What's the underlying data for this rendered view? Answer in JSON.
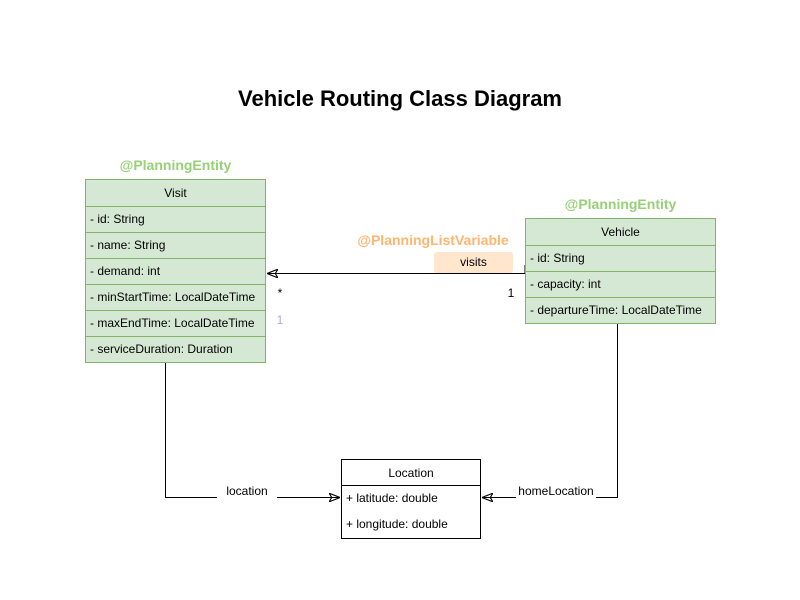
{
  "title": "Vehicle Routing Class Diagram",
  "classes": {
    "visit": {
      "annotation": "@PlanningEntity",
      "name": "Visit",
      "attributes": [
        "- id: String",
        "- name: String",
        "- demand: int",
        "- minStartTime: LocalDateTime",
        "- maxEndTime: LocalDateTime",
        "- serviceDuration: Duration"
      ]
    },
    "vehicle": {
      "annotation": "@PlanningEntity",
      "name": "Vehicle",
      "attributes": [
        "- id: String",
        "- capacity: int",
        "- departureTime: LocalDateTime"
      ]
    },
    "location": {
      "name": "Location",
      "attributes": [
        "+ latitude: double",
        "+ longitude: double"
      ]
    }
  },
  "edges": {
    "visits": {
      "annotation": "@PlanningListVariable",
      "label": "visits",
      "source_multiplicity": "1",
      "target_multiplicity": "*",
      "secondary_multiplicity": "1"
    },
    "location": {
      "label": "location"
    },
    "home_location": {
      "label": "homeLocation"
    }
  },
  "colors": {
    "entity_fill": "#d5e8d4",
    "entity_border": "#82b366",
    "entity_annotation_text": "#97d077",
    "list_variable_annotation_text": "#ffb570",
    "visits_label_bg": "#ffe6cc",
    "plain_fill": "#ffffff",
    "plain_border": "#000000",
    "edge_color": "#000000",
    "secondary_multiplicity_text": "#b5a5cf"
  }
}
